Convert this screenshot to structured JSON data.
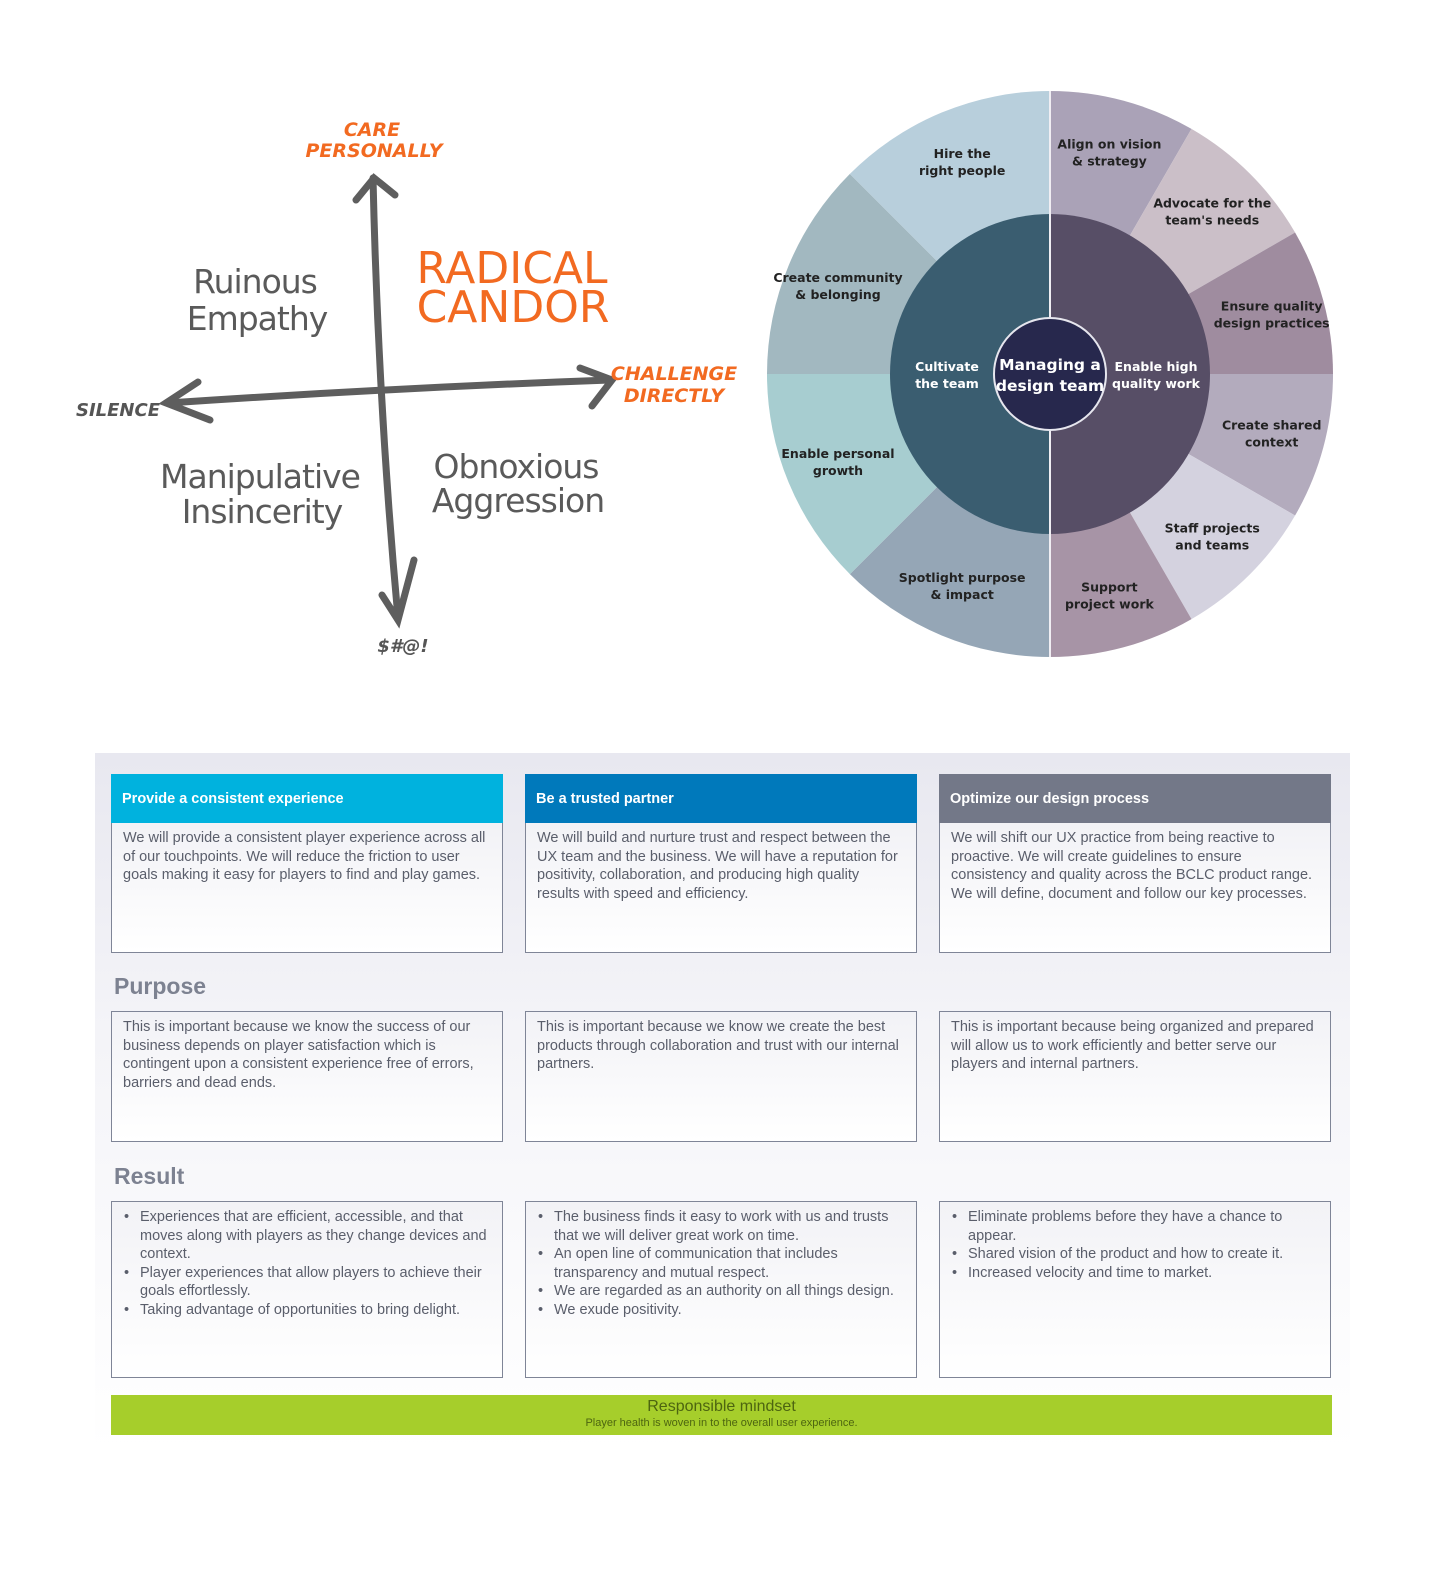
{
  "radical_candor": {
    "axes": {
      "top": [
        "CARE",
        "PERSONALLY"
      ],
      "right": [
        "CHALLENGE",
        "DIRECTLY"
      ],
      "left": "SILENCE",
      "bottom": "$#@!"
    },
    "quadrants": {
      "top_left": [
        "Ruinous",
        "Empathy"
      ],
      "top_right": [
        "RADICAL",
        "CANDOR"
      ],
      "bottom_left": [
        "Manipulative",
        "Insincerity"
      ],
      "bottom_right": [
        "Obnoxious",
        "Aggression"
      ]
    },
    "colors": {
      "accent": "#f26a21",
      "ink": "#5a5a5a"
    }
  },
  "wheel": {
    "core": [
      "Managing a",
      "design team"
    ],
    "left_half": {
      "label": [
        "Cultivate",
        "the team"
      ],
      "color": "#3a5d70",
      "segments": [
        {
          "label": [
            "Hire the",
            "right people"
          ],
          "color": "#b8cfdc"
        },
        {
          "label": [
            "Create community",
            "& belonging"
          ],
          "color": "#a2b8c0"
        },
        {
          "label": [
            "Enable personal",
            "growth"
          ],
          "color": "#a7cdd0"
        },
        {
          "label": [
            "Spotlight purpose",
            "& impact"
          ],
          "color": "#95a6b6"
        }
      ]
    },
    "right_half": {
      "label": [
        "Enable high",
        "quality work"
      ],
      "color": "#574e66",
      "segments": [
        {
          "label": [
            "Align on vision",
            "& strategy"
          ],
          "color": "#aaa2b7"
        },
        {
          "label": [
            "Advocate for the",
            "team's needs"
          ],
          "color": "#cbbfc8"
        },
        {
          "label": [
            "Ensure quality",
            "design practices"
          ],
          "color": "#9f8c9f"
        },
        {
          "label": [
            "Create shared",
            "context"
          ],
          "color": "#b3abbd"
        },
        {
          "label": [
            "Staff projects",
            "and teams"
          ],
          "color": "#d4d2df"
        },
        {
          "label": [
            "Support",
            "project work"
          ],
          "color": "#a794a6"
        }
      ]
    },
    "core_color": "#27284d"
  },
  "strategy": {
    "columns": [
      {
        "title": "Provide a consistent experience",
        "color": "#00b2de",
        "description": "We will provide a consistent player experience across all of our touchpoints. We will reduce the friction to user goals making it easy for players to find and play games.",
        "purpose": "This is important because we know the success of our business depends on player satisfaction which is contingent upon a consistent experience free of errors, barriers and dead ends.",
        "results": [
          "Experiences that are efficient, accessible, and that moves along with players as they change devices and context.",
          "Player experiences that allow players to achieve their goals effortlessly.",
          "Taking advantage of opportunities to bring delight."
        ]
      },
      {
        "title": "Be a trusted partner",
        "color": "#0079bb",
        "description": "We will build and nurture trust and respect between the UX team and the business. We will have a reputation for positivity, collaboration, and producing high quality results with speed and efficiency.",
        "purpose": "This is important because we know we create the best products through collaboration and trust with our internal partners.",
        "results": [
          "The business finds it easy to work with us and trusts that we will deliver great work on time.",
          "An open line of communication that includes transparency and mutual respect.",
          "We are regarded as an authority on all things design.",
          "We exude positivity."
        ]
      },
      {
        "title": "Optimize our design process",
        "color": "#737888",
        "description": "We will shift our UX practice from being reactive to proactive. We will create guidelines to ensure consistency and quality across the BCLC product range. We will define, document and follow our key processes.",
        "purpose": "This is important because being organized and prepared will allow us to work efficiently and better serve our players and internal partners.",
        "results": [
          "Eliminate problems before they have a chance to appear.",
          "Shared vision of the product and how to create it.",
          "Increased velocity and time to market."
        ]
      }
    ],
    "purpose_heading": "Purpose",
    "result_heading": "Result",
    "mindset": {
      "title": "Responsible mindset",
      "subtitle": "Player health is woven in to the overall user experience.",
      "color": "#a6ce2b"
    }
  }
}
